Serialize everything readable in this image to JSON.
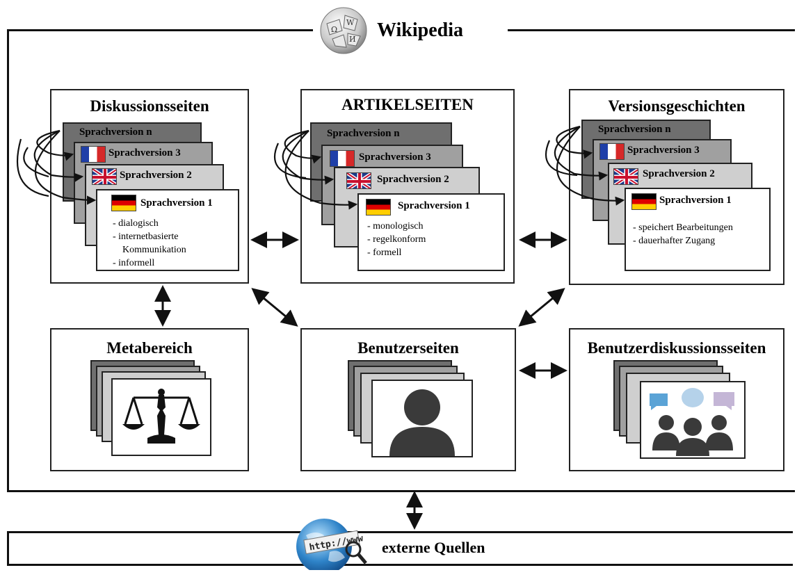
{
  "header": {
    "title": "Wikipedia"
  },
  "footer": {
    "label": "externe Quellen",
    "globe_text": "http://www"
  },
  "panels": {
    "diskussion": {
      "title": "Diskussionsseiten",
      "versions": [
        "Sprachversion n",
        "Sprachversion 3",
        "Sprachversion 2",
        "Sprachversion 1"
      ],
      "bullets": [
        "- dialogisch",
        "- internetbasierte",
        "Kommunikation",
        "- informell"
      ]
    },
    "artikel": {
      "title": "ARTIKELSEITEN",
      "versions": [
        "Sprachversion n",
        "Sprachversion 3",
        "Sprachversion 2",
        "Sprachversion 1"
      ],
      "bullets": [
        "- monologisch",
        "- regelkonform",
        "- formell"
      ]
    },
    "versionen": {
      "title": "Versionsgeschichten",
      "versions": [
        "Sprachversion n",
        "Sprachversion 3",
        "Sprachversion 2",
        "Sprachversion 1"
      ],
      "bullets": [
        "- speichert Bearbeitungen",
        "- dauerhafter Zugang"
      ]
    },
    "meta": {
      "title": "Metabereich",
      "icon": "scales-icon"
    },
    "benutzer": {
      "title": "Benutzerseiten",
      "icon": "user-silhouette-icon"
    },
    "benutzerdiskussion": {
      "title": "Benutzerdiskussionsseiten",
      "icon": "group-chat-icon"
    }
  },
  "colors": {
    "card_dark": "#6f6f6f",
    "card_mid": "#a0a0a0",
    "card_light": "#cfcfcf",
    "bubble_blue": "#5aa3d6",
    "bubble_lightblue": "#b5d2ea",
    "bubble_lilac": "#c4b6d6"
  }
}
